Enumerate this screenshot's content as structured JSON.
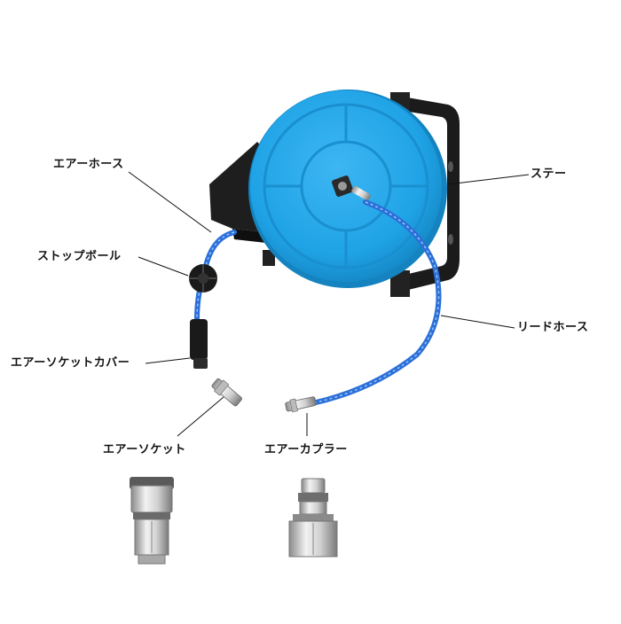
{
  "labels": {
    "air_hose": "エアーホース",
    "stop_ball": "ストップボール",
    "air_socket_cover": "エアーソケットカバー",
    "air_socket": "エアーソケット",
    "air_coupler": "エアーカプラー",
    "stay": "ステー",
    "lead_hose": "リードホース"
  },
  "colors": {
    "reel_blue": "#1fa3e6",
    "reel_blue_dark": "#1483c0",
    "hose_blue": "#2a6fd8",
    "bracket_black": "#1b1b1b",
    "metal": "#c8c8c8"
  }
}
